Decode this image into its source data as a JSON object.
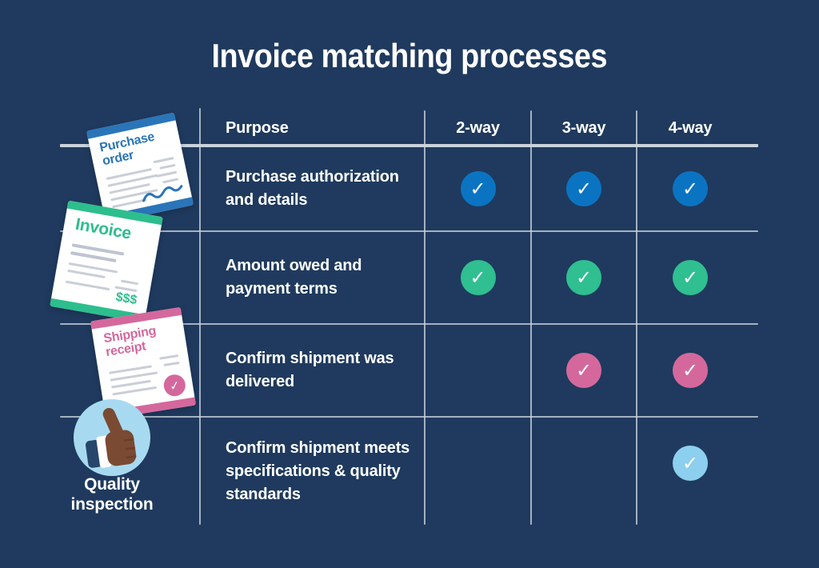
{
  "title": "Invoice matching processes",
  "check_glyph": "✓",
  "table": {
    "purpose_header": "Purpose",
    "columns": [
      "2-way",
      "3-way",
      "4-way"
    ],
    "rows": [
      {
        "purpose": "Purchase authorization and details",
        "checks": [
          true,
          true,
          true
        ],
        "color": "#0B74C2"
      },
      {
        "purpose": "Amount owed and payment terms",
        "checks": [
          true,
          true,
          true
        ],
        "color": "#2FBF90"
      },
      {
        "purpose": "Confirm shipment was delivered",
        "checks": [
          false,
          true,
          true
        ],
        "color": "#D4689D"
      },
      {
        "purpose": "Confirm shipment meets specifications & quality standards",
        "checks": [
          false,
          false,
          true
        ],
        "color": "#8CCFEE"
      }
    ]
  },
  "documents": {
    "purchase_order": {
      "title": "Purchase order",
      "accent_color": "#2A75B8"
    },
    "invoice": {
      "title": "Invoice",
      "amount": "$$$",
      "accent_color": "#2DBE8D"
    },
    "shipping_receipt": {
      "title": "Shipping receipt",
      "accent_color": "#D4689D"
    }
  },
  "quality_inspection": {
    "label": "Quality inspection",
    "circle_color": "#A7DAF0"
  },
  "colors": {
    "background": "#1F3A5E",
    "grid_line": "#CBD2DC",
    "check_mark": "#FFFFFF"
  }
}
